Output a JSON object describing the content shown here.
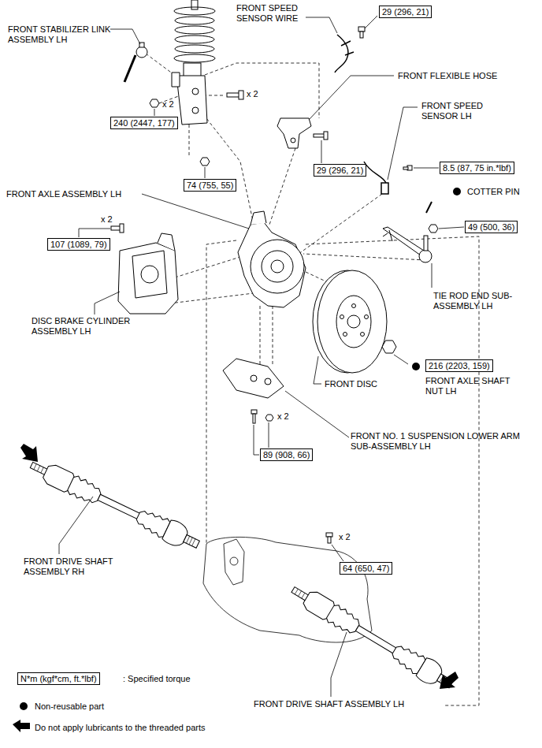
{
  "diagram": {
    "nodes": [
      {
        "text": [
          "29 (296, 21)"
        ]
      },
      {
        "text": [
          "240 (2447, 177)"
        ]
      },
      {
        "text": [
          "29 (296, 21)"
        ]
      },
      {
        "text": [
          "8.5 (87, 75 in.*lbf)"
        ]
      },
      {
        "text": [
          "74 (755, 55)"
        ]
      },
      {
        "text": [
          "49 (500, 36)"
        ]
      },
      {
        "text": [
          "107 (1089, 79)"
        ]
      },
      {
        "text": [
          "216 (2203, 159)"
        ]
      },
      {
        "text": [
          "89 (908, 66)"
        ]
      },
      {
        "text": [
          "64 (650, 47)"
        ]
      },
      {
        "text": [
          "N*m (kgf*cm, ft.*lbf)"
        ]
      }
    ],
    "labels": [
      "FRONT STABILIZER LINK ASSEMBLY LH",
      "FRONT SPEED SENSOR WIRE",
      "x 2",
      "x 2",
      "FRONT FLEXIBLE HOSE",
      "FRONT SPEED SENSOR LH",
      "COTTER PIN",
      "FRONT AXLE ASSEMBLY LH",
      "x 2",
      "TIE ROD END SUB-ASSEMBLY LH",
      "DISC BRAKE CYLINDER ASSEMBLY LH",
      "FRONT DISC",
      "FRONT AXLE SHAFT NUT LH",
      "x 2",
      "FRONT NO. 1 SUSPENSION LOWER ARM SUB-ASSEMBLY LH",
      "FRONT DRIVE SHAFT ASSEMBLY RH",
      "x 2",
      "FRONT DRIVE SHAFT ASSEMBLY LH"
    ],
    "legend": [
      {
        "text": ": Specified torque"
      },
      {
        "text": "Non-reusable part"
      },
      {
        "text": "Do not apply lubricants to the threaded parts"
      }
    ]
  }
}
